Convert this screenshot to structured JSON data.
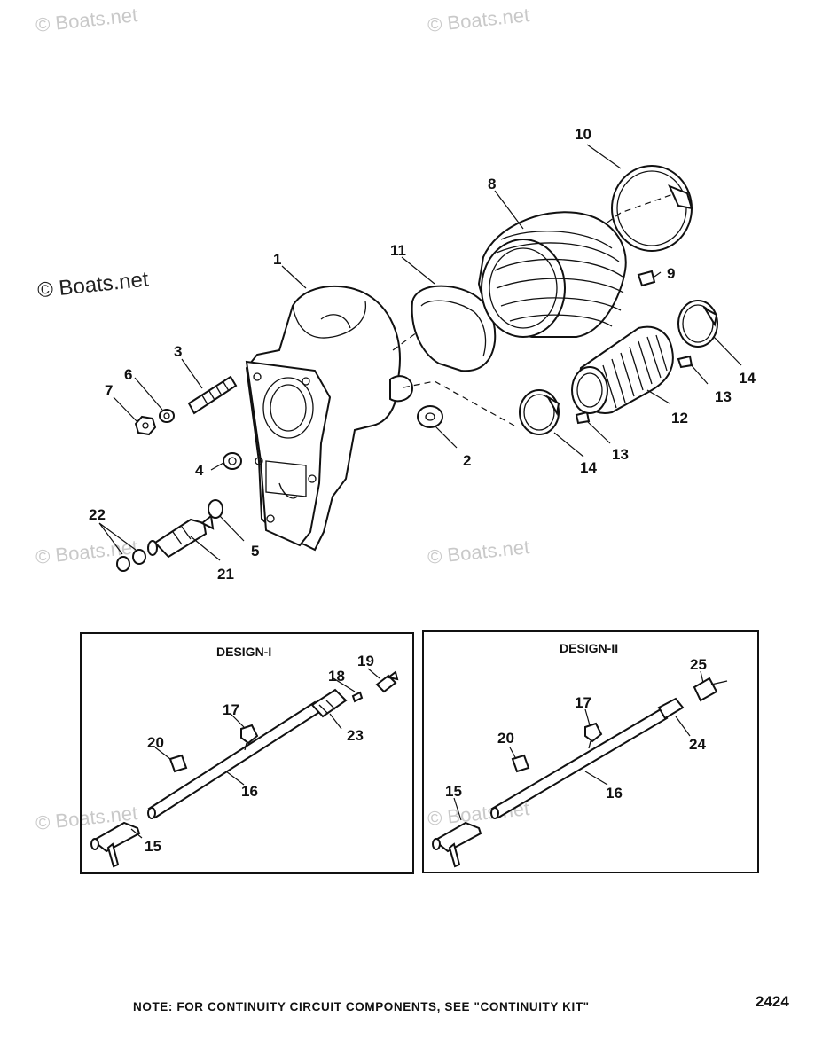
{
  "watermarks": {
    "text": "© Boats.net"
  },
  "design_boxes": [
    {
      "title": "DESIGN-I"
    },
    {
      "title": "DESIGN-II"
    }
  ],
  "callouts": {
    "c1": "1",
    "c2": "2",
    "c3": "3",
    "c4": "4",
    "c5": "5",
    "c6": "6",
    "c7": "7",
    "c8": "8",
    "c9": "9",
    "c10": "10",
    "c11": "11",
    "c12": "12",
    "c13a": "13",
    "c13b": "13",
    "c14a": "14",
    "c14b": "14",
    "c21": "21",
    "c22": "22",
    "d1_15": "15",
    "d1_16": "16",
    "d1_17": "17",
    "d1_18": "18",
    "d1_19": "19",
    "d1_20": "20",
    "d1_23": "23",
    "d2_15": "15",
    "d2_16": "16",
    "d2_17": "17",
    "d2_20": "20",
    "d2_24": "24",
    "d2_25": "25"
  },
  "note": "NOTE:  FOR CONTINUITY CIRCUIT COMPONENTS, SEE \"CONTINUITY KIT\"",
  "figure_number": "2424"
}
